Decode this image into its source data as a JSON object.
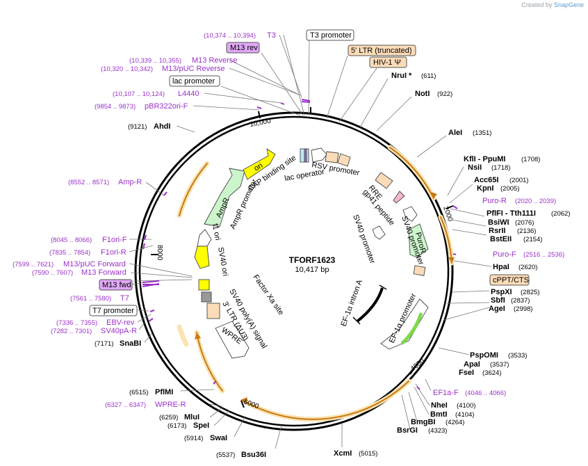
{
  "header": {
    "credit_prefix": "Created by",
    "credit_brand": "SnapGene"
  },
  "plasmid": {
    "name": "TFORF1623",
    "size": "10,417 bp"
  },
  "ticks": [
    "2000",
    "4000",
    "6000",
    "8000",
    "10,000"
  ],
  "restriction_sites": [
    {
      "name": "NruI *",
      "pos": "(611)"
    },
    {
      "name": "NotI",
      "pos": "(922)"
    },
    {
      "name": "AleI",
      "pos": "(1351)"
    },
    {
      "name": "KflI - PpuMI",
      "pos": "(1708)"
    },
    {
      "name": "NsiI",
      "pos": "(1718)"
    },
    {
      "name": "Acc65I",
      "pos": "(2001)"
    },
    {
      "name": "KpnI",
      "pos": "(2005)"
    },
    {
      "name": "PflFI - Tth111I",
      "pos": "(2062)"
    },
    {
      "name": "BsiWI",
      "pos": "(2076)"
    },
    {
      "name": "RsrII",
      "pos": "(2136)"
    },
    {
      "name": "BstEII",
      "pos": "(2154)"
    },
    {
      "name": "HpaI",
      "pos": "(2620)"
    },
    {
      "name": "PspXI",
      "pos": "(2825)"
    },
    {
      "name": "SbfI",
      "pos": "(2837)"
    },
    {
      "name": "AgeI",
      "pos": "(2998)"
    },
    {
      "name": "PspOMI",
      "pos": "(3533)"
    },
    {
      "name": "ApaI",
      "pos": "(3537)"
    },
    {
      "name": "FseI",
      "pos": "(3624)"
    },
    {
      "name": "NheI",
      "pos": "(4100)"
    },
    {
      "name": "BmtI",
      "pos": "(4104)"
    },
    {
      "name": "BmgBI",
      "pos": "(4264)"
    },
    {
      "name": "BsrGI",
      "pos": "(4323)"
    },
    {
      "name": "XcmI",
      "pos": "(5015)"
    },
    {
      "name": "Bsu36I",
      "pos": "(5537)"
    },
    {
      "name": "SwaI",
      "pos": "(5914)"
    },
    {
      "name": "SpeI",
      "pos": "(6173)"
    },
    {
      "name": "MluI",
      "pos": "(6259)"
    },
    {
      "name": "PflMI",
      "pos": "(6515)"
    },
    {
      "name": "SnaBI",
      "pos": "(7171)"
    },
    {
      "name": "AhdI",
      "pos": "(9121)"
    }
  ],
  "primers": [
    {
      "name": "Puro-R",
      "pos": "(2020 .. 2039)"
    },
    {
      "name": "Puro-F",
      "pos": "(2516 .. 2536)"
    },
    {
      "name": "EF1a-F",
      "pos": "(4046 .. 4066)"
    },
    {
      "name": "WPRE-R",
      "pos": "(6327 .. 6347)"
    },
    {
      "name": "SV40pA-R",
      "pos": "(7282 .. 7301)"
    },
    {
      "name": "EBV-rev",
      "pos": "(7336 .. 7355)"
    },
    {
      "name": "T7",
      "pos": "(7561 .. 7580)"
    },
    {
      "name": "M13 Forward",
      "pos": "(7590 .. 7607)"
    },
    {
      "name": "M13/pUC Forward",
      "pos": "(7599 .. 7621)"
    },
    {
      "name": "F1ori-R",
      "pos": "(7835 .. 7854)"
    },
    {
      "name": "F1ori-F",
      "pos": "(8045 .. 8066)"
    },
    {
      "name": "Amp-R",
      "pos": "(8552 .. 8571)"
    },
    {
      "name": "pBR322ori-F",
      "pos": "(9854 .. 9873)"
    },
    {
      "name": "L4440",
      "pos": "(10,107 .. 10,124)"
    },
    {
      "name": "M13/pUC Reverse",
      "pos": "(10,320 .. 10,342)"
    },
    {
      "name": "M13 Reverse",
      "pos": "(10,339 .. 10,355)"
    },
    {
      "name": "T3",
      "pos": "(10,374 .. 10,394)"
    }
  ],
  "boxed_labels": {
    "m13_rev": "M13 rev",
    "m13_fwd": "M13 fwd",
    "t3_promoter": "T3 promoter",
    "ltr5": "5' LTR (truncated)",
    "hiv": "HIV-1 Ψ",
    "lac_promoter": "lac promoter",
    "cppt": "cPPT/CTS",
    "t7_promoter": "T7 promoter"
  },
  "inner_features": {
    "rsv": "RSV promoter",
    "rre": "RRE",
    "gp41": "gp41 peptide",
    "sv40_prom_a": "SV40 promoter",
    "sv40_prom_b": "SV40 promoter",
    "puror": "PuroR",
    "ef1a_prom": "EF-1α promoter",
    "ef1a_intron": "EF-1α intron A",
    "wpre": "WPRE",
    "ltr3": "3' LTR (ΔU3)",
    "sv40_polya": "SV40 poly(A) signal",
    "factor_xa": "Factor Xa site",
    "sv40_ori": "SV40 ori",
    "f1_ori": "f1 ori",
    "ampr": "AmpR",
    "ampr_prom": "AmpR promoter",
    "ori": "ori",
    "cap": "CAP binding site",
    "lac_op": "lac operator"
  },
  "colors": {
    "primer": "#9b30c9",
    "orf_arc": "#c87a12",
    "orf_glow": "#fbe3b2",
    "ori_fill": "#ffff00",
    "ampr_fill": "#ccf5cc",
    "ltr_fill": "#fcdcb8",
    "primer_box": "#e0a8f5"
  }
}
